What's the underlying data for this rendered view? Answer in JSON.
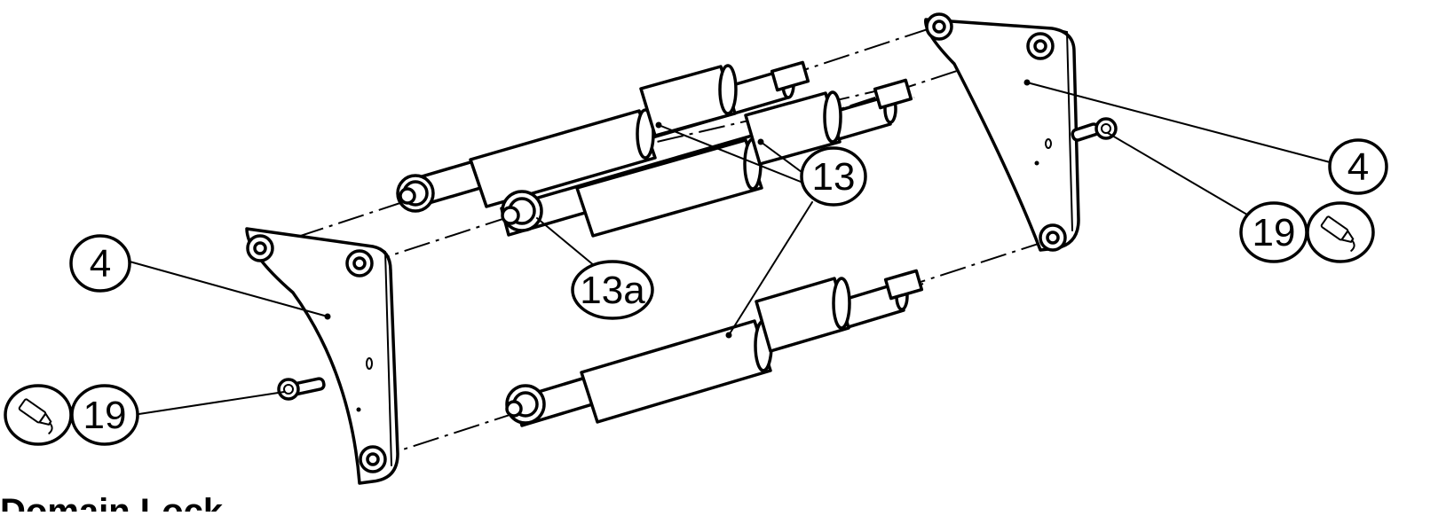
{
  "diagram": {
    "callouts": {
      "plate_left": "4",
      "plate_right": "4",
      "roller_upper": "13",
      "gear": "13a",
      "screw_left": "19",
      "screw_right": "19"
    },
    "icons": [
      "threadlocker-applicator-icon",
      "threadlocker-applicator-icon"
    ],
    "partial_caption": "Domain Lock..."
  }
}
